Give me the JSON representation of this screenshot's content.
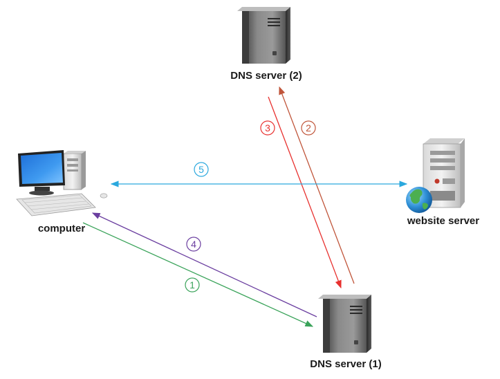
{
  "nodes": {
    "dns_server_2": {
      "label": "DNS server (2)"
    },
    "website_server": {
      "label": "website server"
    },
    "computer": {
      "label": "computer"
    },
    "dns_server_1": {
      "label": "DNS server (1)"
    }
  },
  "arrows": [
    {
      "id": "arrow-1",
      "step": "1",
      "color": "#3aa35a",
      "from": "computer",
      "to": "dns_server_1"
    },
    {
      "id": "arrow-2",
      "step": "2",
      "color": "#c0553a",
      "from": "dns_server_1",
      "to": "dns_server_2"
    },
    {
      "id": "arrow-3",
      "step": "3",
      "color": "#e8312f",
      "from": "dns_server_2",
      "to": "dns_server_1"
    },
    {
      "id": "arrow-4",
      "step": "4",
      "color": "#6b3fa0",
      "from": "dns_server_1",
      "to": "computer"
    },
    {
      "id": "arrow-5",
      "step": "5",
      "color": "#2aa8de",
      "from": "computer",
      "to": "website_server",
      "bidirectional": true
    }
  ],
  "step_badges": {
    "s1": "1",
    "s2": "2",
    "s3": "3",
    "s4": "4",
    "s5": "5"
  }
}
